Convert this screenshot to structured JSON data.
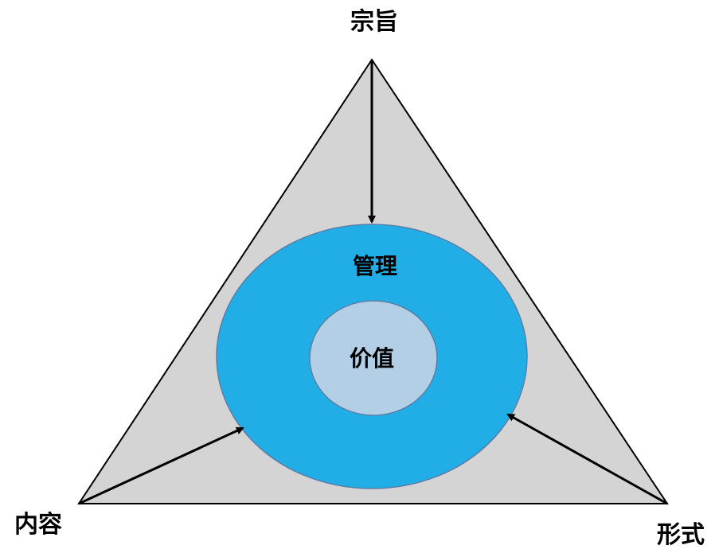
{
  "labels": {
    "top": "宗旨",
    "bottom_left": "内容",
    "bottom_right": "形式",
    "outer_ring": "管理",
    "core": "价值"
  },
  "colors": {
    "triangle_fill": "#d4d4d4",
    "triangle_stroke": "#000000",
    "outer_ellipse_fill": "#21ade6",
    "outer_ellipse_stroke": "#5a7fa8",
    "inner_ellipse_fill": "#b3cfe6",
    "inner_ellipse_stroke": "#5a7fa8",
    "arrow": "#000000"
  }
}
